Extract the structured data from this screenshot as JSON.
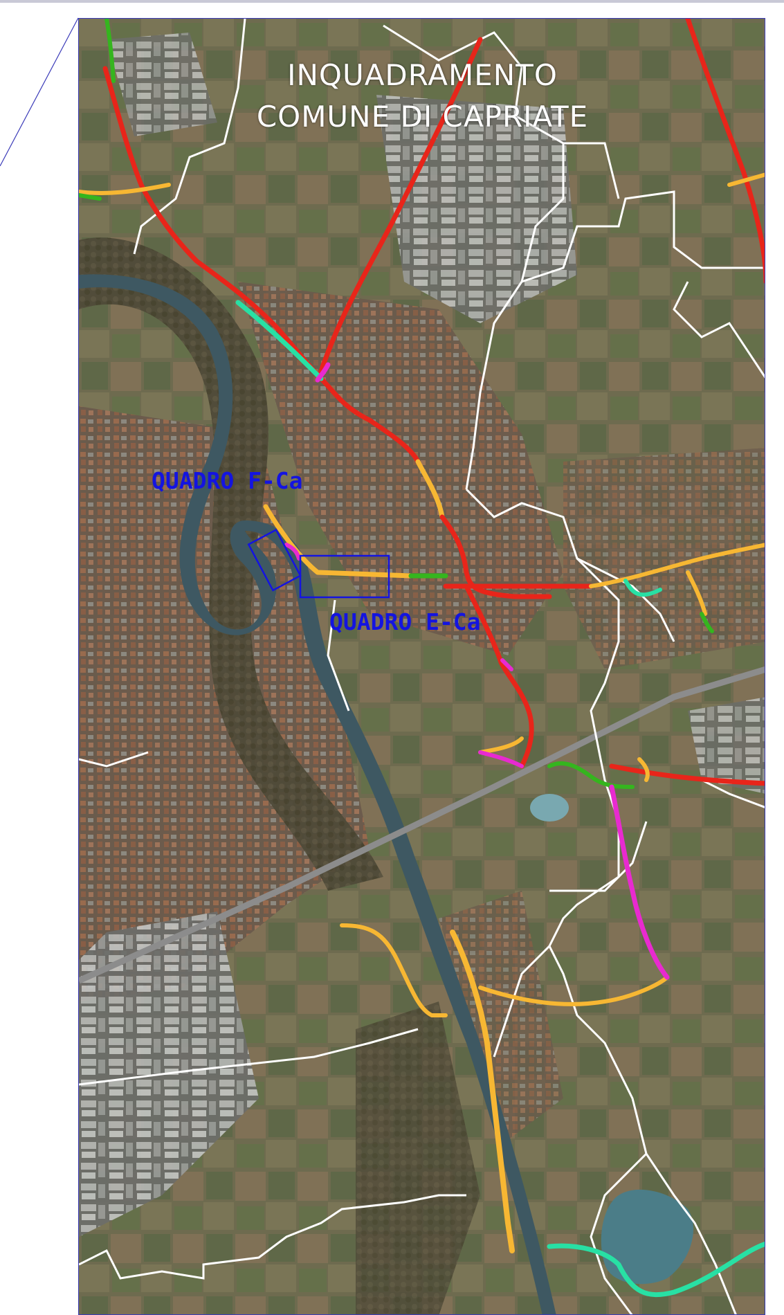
{
  "map": {
    "title_line1": "INQUADRAMENTO",
    "title_line2": "COMUNE DI CAPRIATE",
    "frames": [
      {
        "label": "QUADRO F-Ca"
      },
      {
        "label": "QUADRO E-Ca"
      }
    ]
  },
  "colors": {
    "route_red": "#e8251a",
    "route_orange": "#f7b733",
    "route_green": "#35b51e",
    "route_teal": "#28e0a4",
    "route_magenta": "#e82ad0",
    "boundary_white": "#ffffff",
    "frame_blue": "#1414e0",
    "river": "#3d5560"
  }
}
